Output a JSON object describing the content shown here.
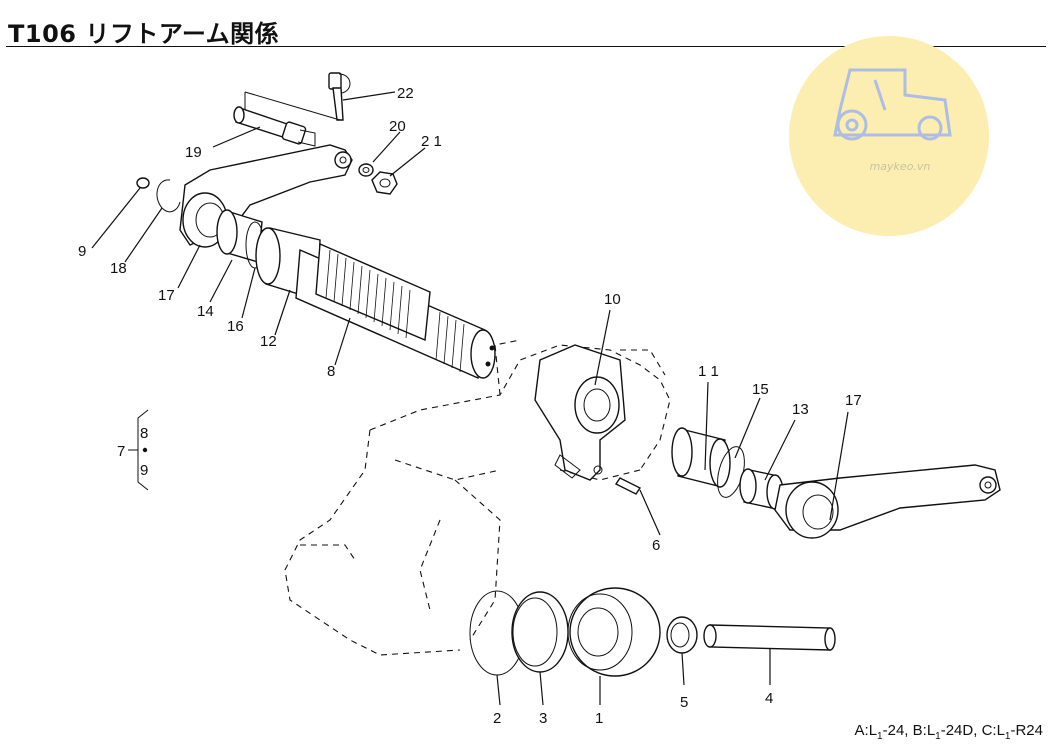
{
  "title": "T106 リフトアーム関係",
  "footer": {
    "a": "A:L",
    "a_sub": "1",
    "a_rest": "-24,",
    "b": "B:L",
    "b_sub": "1",
    "b_rest": "-24D,",
    "c": "C:L",
    "c_sub": "1",
    "c_rest": "-R24"
  },
  "watermark": {
    "text": "maykeo.vn",
    "color": "#fbeeb0",
    "icon": "tractor-icon"
  },
  "callouts": {
    "p1": "1",
    "p2": "2",
    "p3": "3",
    "p4": "4",
    "p5": "5",
    "p6": "6",
    "p7": "7",
    "p8": "8",
    "p9": "9",
    "p10": "10",
    "p11": "1 1",
    "p12": "12",
    "p13": "13",
    "p14": "14",
    "p15": "15",
    "p16": "16",
    "p17a": "17",
    "p17b": "17",
    "p18": "18",
    "p19": "19",
    "p20": "20",
    "p21": "2 1",
    "p22": "22",
    "g8": "8",
    "g9": "9"
  }
}
